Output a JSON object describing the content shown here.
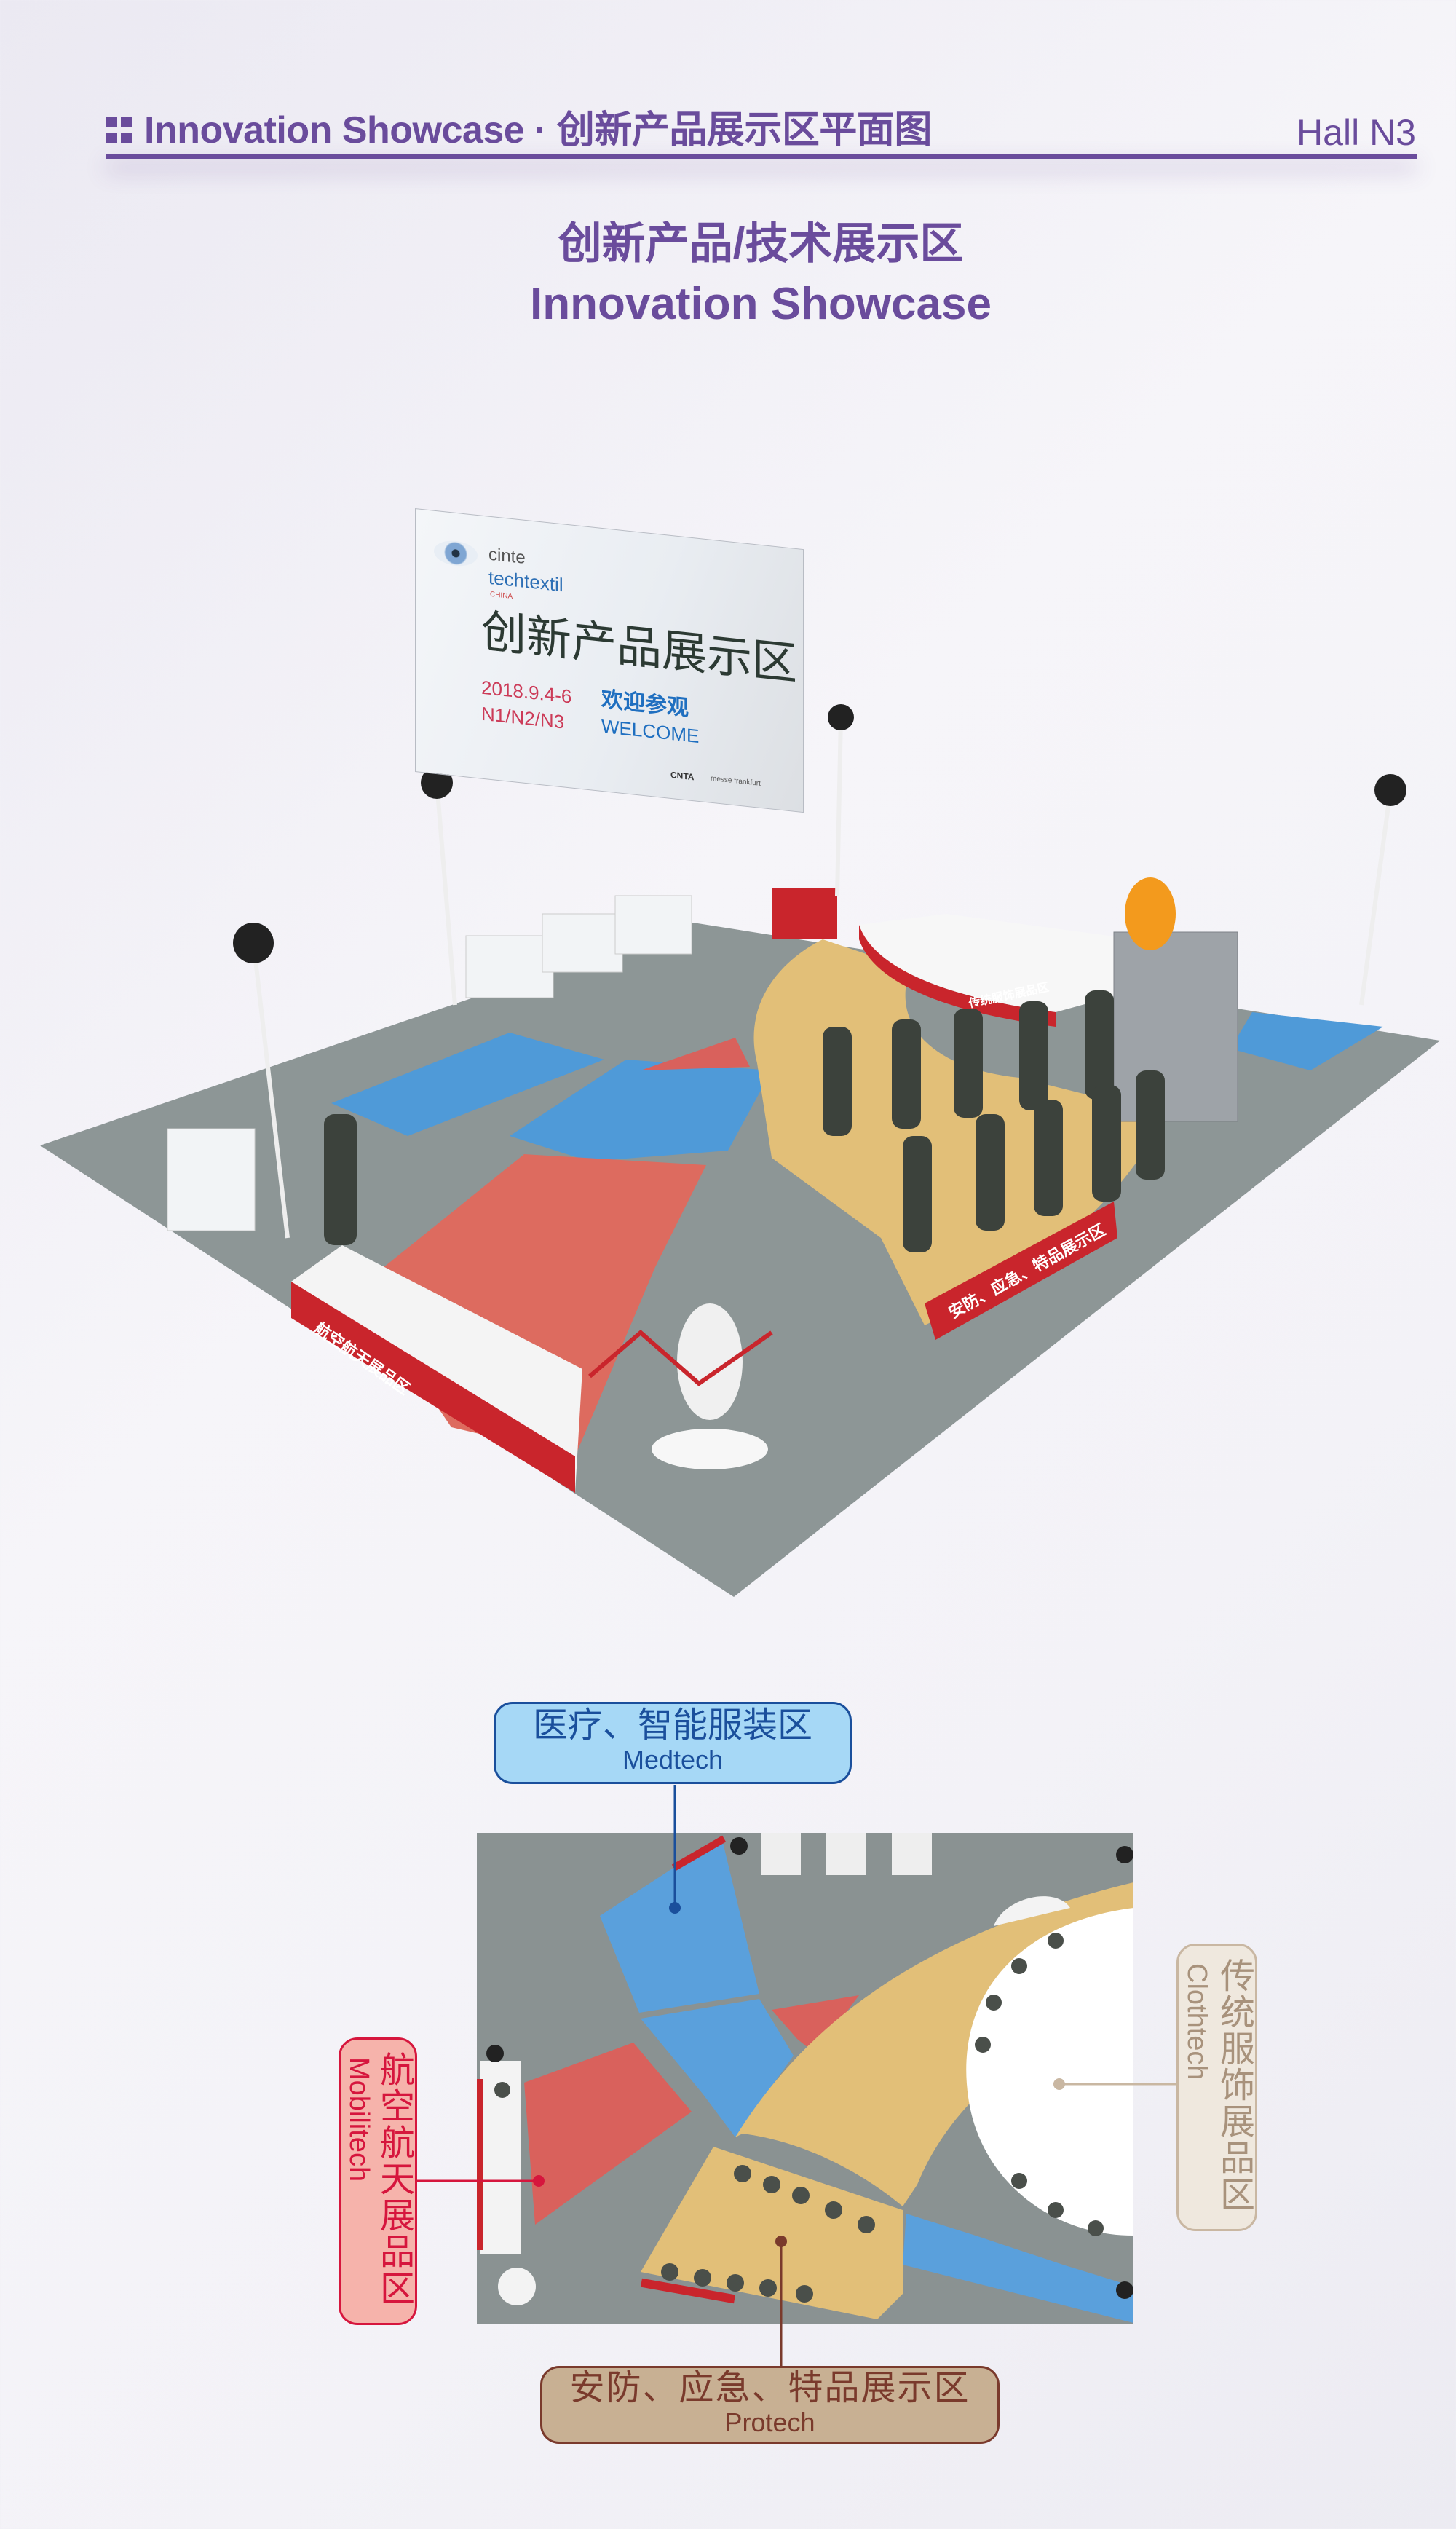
{
  "header": {
    "icon": "grid-squares-icon",
    "title": "Innovation Showcase · 创新产品展示区平面图",
    "hall": "Hall N3"
  },
  "title": {
    "cn": "创新产品/技术展示区",
    "en": "Innovation Showcase"
  },
  "render": {
    "banner": {
      "brand_line1": "cinte",
      "brand_line2": "techtextil",
      "brand_line3": "CHINA",
      "headline": "创新产品展示区",
      "date": "2018.9.4-6",
      "halls": "N1/N2/N3",
      "welcome_cn": "欢迎参观",
      "welcome_en": "WELCOME",
      "logo1": "CNTA",
      "logo2": "messe frankfurt"
    },
    "signs": {
      "mobilitech": "航空航天展品区",
      "protech": "安防、应急、特品展示区",
      "clothtech": "传统服饰展品区"
    }
  },
  "plan": {
    "colors": {
      "medtech": "#5aa0dc",
      "mobilitech": "#d9615c",
      "protech": "#e6c079",
      "clothtech": "#ffffff",
      "floor": "#8a9292"
    },
    "labels": {
      "medtech": {
        "cn": "医疗、智能服装区",
        "en": "Medtech"
      },
      "clothtech": {
        "cn": "传统服饰展品区",
        "en": "Clothtech"
      },
      "mobilitech": {
        "cn": "航空航天展品区",
        "en": "Mobilitech"
      },
      "protech": {
        "cn": "安防、应急、特品展示区",
        "en": "Protech"
      }
    }
  }
}
